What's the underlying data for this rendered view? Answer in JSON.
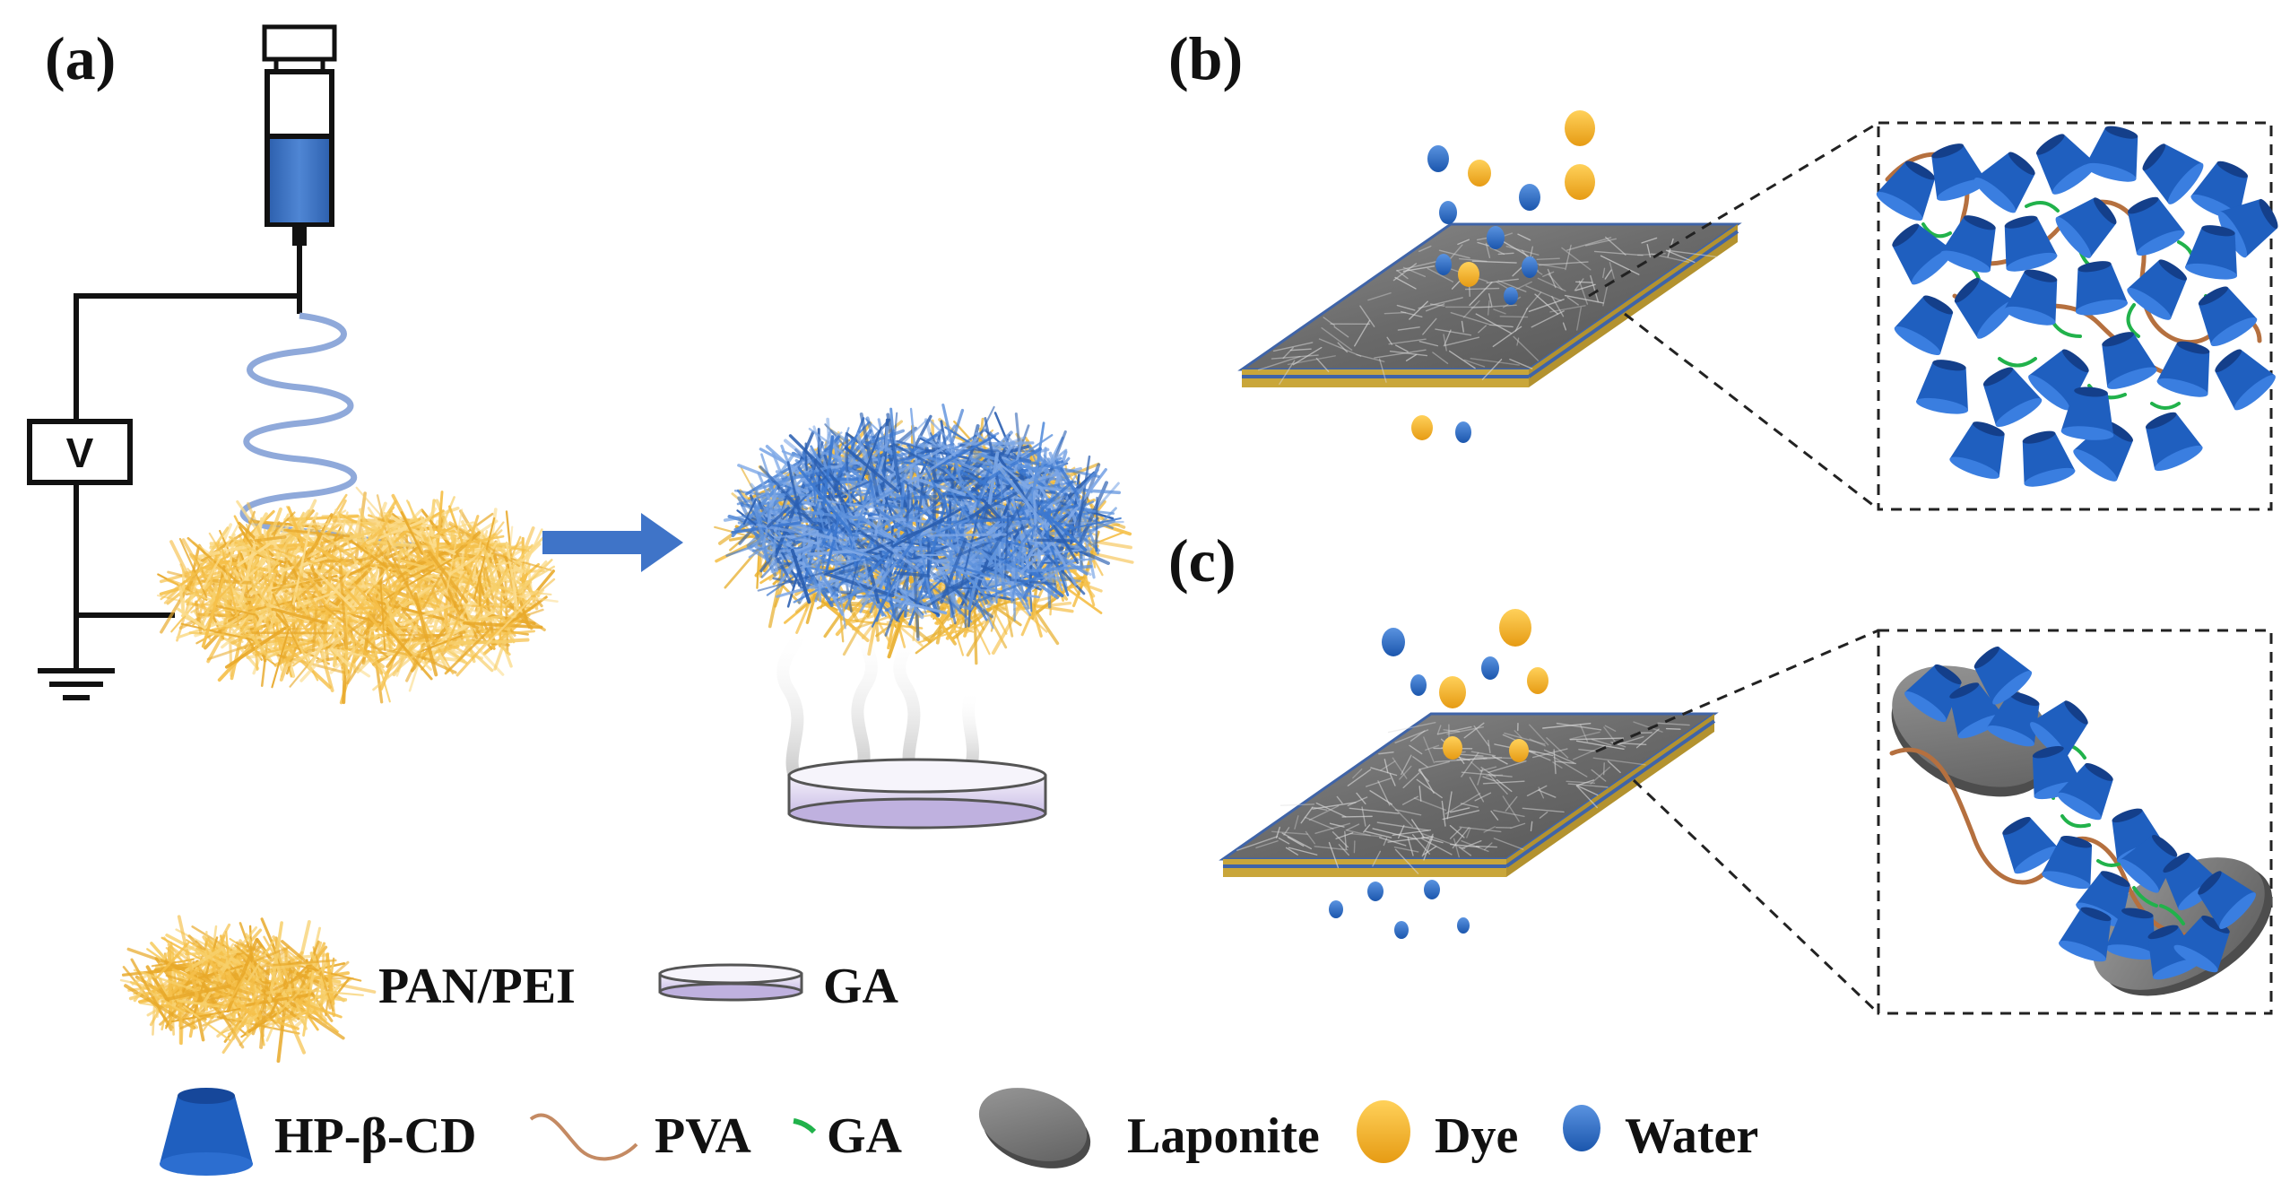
{
  "panels": {
    "a": "(a)",
    "b": "(b)",
    "c": "(c)"
  },
  "voltage_label": "V",
  "legend_top": {
    "pan_pei": "PAN/PEI",
    "ga": "GA"
  },
  "legend_bottom": {
    "hp_b_cd": "HP-β-CD",
    "pva": "PVA",
    "ga": "GA",
    "laponite": "Laponite",
    "dye": "Dye",
    "water": "Water"
  },
  "colors": {
    "water": "#2f6fc4",
    "dye": "#f0b22a",
    "fiber_yellow": "#f5c04a",
    "fiber_blue": "#3c78d0",
    "cd_blue": "#1f5fbf",
    "pva_brown": "#b5703f",
    "ga_green": "#21b24b",
    "laponite": "#7a7a7a",
    "membrane": "#6e6e6e"
  },
  "icons": [
    "syringe-icon",
    "voltage-source-icon",
    "ground-icon",
    "arrow-right-icon",
    "petri-dish-icon"
  ]
}
